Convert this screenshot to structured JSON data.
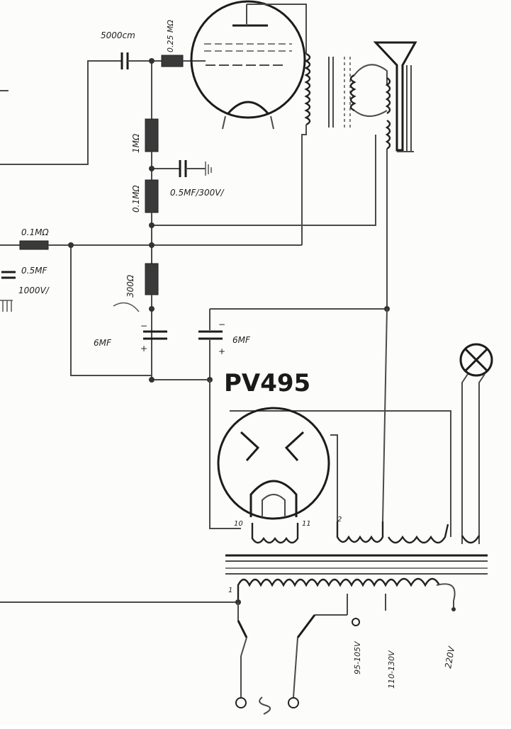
{
  "labels": {
    "coupling_cap": "5000cm",
    "grid_resistor_tube": "0.25 MΩ",
    "plate_resistor": "1MΩ",
    "screen_resistor": "0.1MΩ",
    "decoupling_cap": "0.5MF/300V/",
    "feed_resistor": "0.1MΩ",
    "left_cap": "0.5MF",
    "left_cap_voltage": "1000V/",
    "cathode_resistor": "300Ω",
    "filter_cap_1": "6MF",
    "filter_cap_2": "6MF",
    "rectifier_tube": "PV495",
    "rect_pin_left": "10",
    "rect_pin_right": "11",
    "rect_pin_2": "2",
    "xfmr_pin_1": "1",
    "tap_voltage_1": "95-105V",
    "tap_voltage_2": "110-130V",
    "mains_voltage": "220V"
  }
}
